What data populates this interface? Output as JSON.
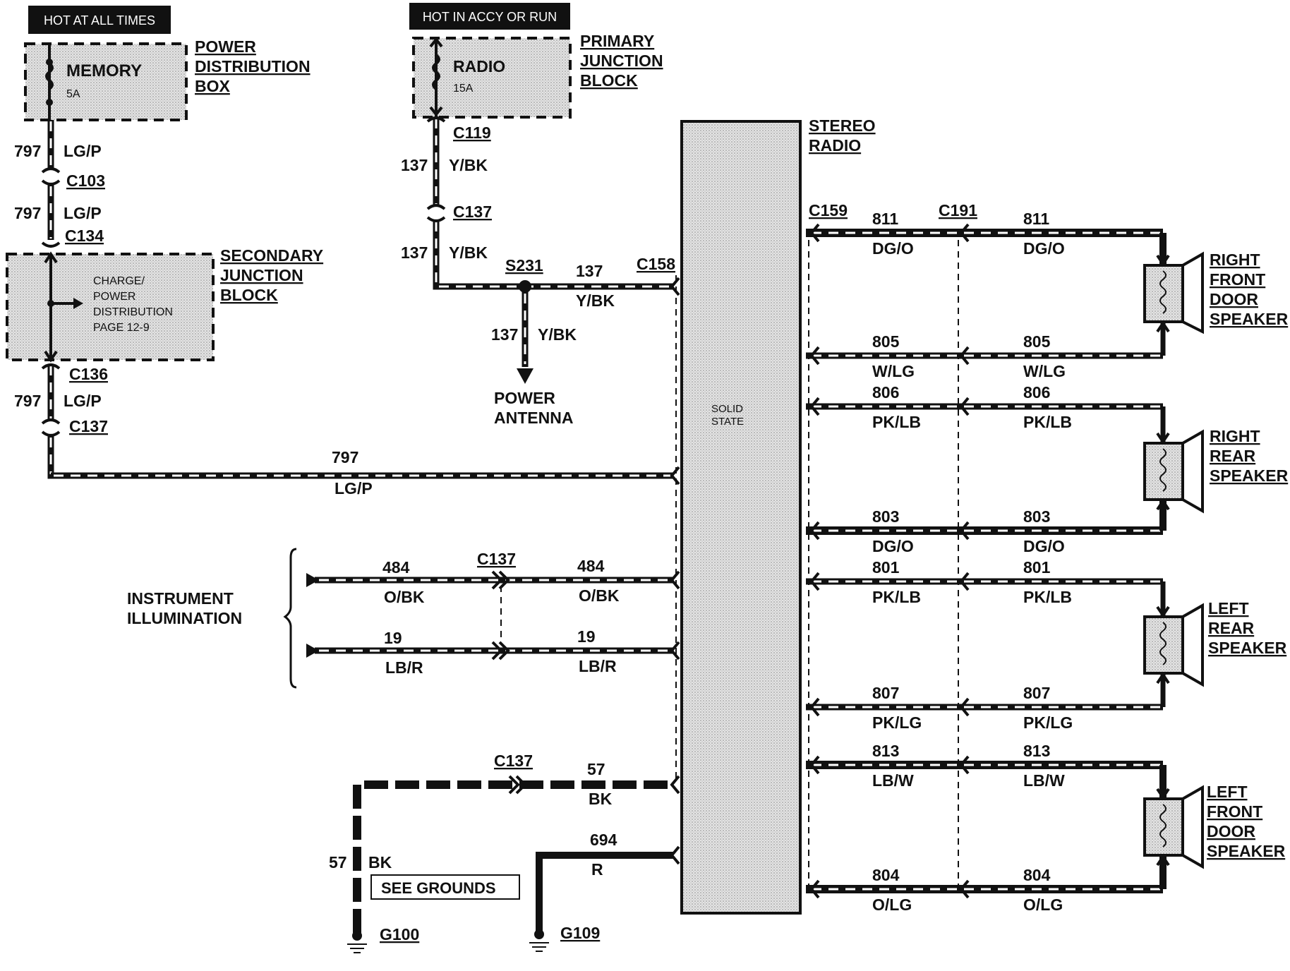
{
  "banners": {
    "hot_all_times": "HOT AT ALL TIMES",
    "hot_accy_run": "HOT IN ACCY OR RUN"
  },
  "power_distribution_box": {
    "fuse_name": "MEMORY",
    "fuse_rating": "5A",
    "title_lines": [
      "POWER",
      "DISTRIBUTION",
      "BOX"
    ]
  },
  "primary_junction_block": {
    "fuse_name": "RADIO",
    "fuse_rating": "15A",
    "title_lines": [
      "PRIMARY",
      "JUNCTION",
      "BLOCK"
    ]
  },
  "secondary_junction_block": {
    "inner_lines": [
      "CHARGE/",
      "POWER",
      "DISTRIBUTION",
      "PAGE 12-9"
    ],
    "title_lines": [
      "SECONDARY",
      "JUNCTION",
      "BLOCK"
    ]
  },
  "stereo_radio": {
    "title_lines": [
      "STEREO",
      "RADIO"
    ],
    "inner_lines": [
      "SOLID",
      "STATE"
    ]
  },
  "connectors": {
    "c103": "C103",
    "c134": "C134",
    "c136": "C136",
    "c137": "C137",
    "c119": "C119",
    "c158": "C158",
    "c159": "C159",
    "c191": "C191",
    "s231": "S231"
  },
  "wires": {
    "w797": "797",
    "lgp": "LG/P",
    "w137": "137",
    "ybk": "Y/BK",
    "w484": "484",
    "obk": "O/BK",
    "w19": "19",
    "lbr": "LB/R",
    "w57": "57",
    "bk": "BK",
    "w694": "694",
    "r": "R"
  },
  "speaker_wires": [
    {
      "num": "811",
      "color": "DG/O"
    },
    {
      "num": "805",
      "color": "W/LG"
    },
    {
      "num": "806",
      "color": "PK/LB"
    },
    {
      "num": "803",
      "color": "DG/O"
    },
    {
      "num": "801",
      "color": "PK/LB"
    },
    {
      "num": "807",
      "color": "PK/LG"
    },
    {
      "num": "813",
      "color": "LB/W"
    },
    {
      "num": "804",
      "color": "O/LG"
    }
  ],
  "speakers": {
    "right_front": [
      "RIGHT",
      "FRONT",
      "DOOR",
      "SPEAKER"
    ],
    "right_rear": [
      "RIGHT",
      "REAR",
      "SPEAKER"
    ],
    "left_rear": [
      "LEFT",
      "REAR",
      "SPEAKER"
    ],
    "left_front": [
      "LEFT",
      "FRONT",
      "DOOR",
      "SPEAKER"
    ]
  },
  "power_antenna": [
    "POWER",
    "ANTENNA"
  ],
  "instrument_illumination": [
    "INSTRUMENT",
    "ILLUMINATION"
  ],
  "see_grounds": "SEE GROUNDS",
  "grounds": {
    "g100": "G100",
    "g109": "G109"
  }
}
